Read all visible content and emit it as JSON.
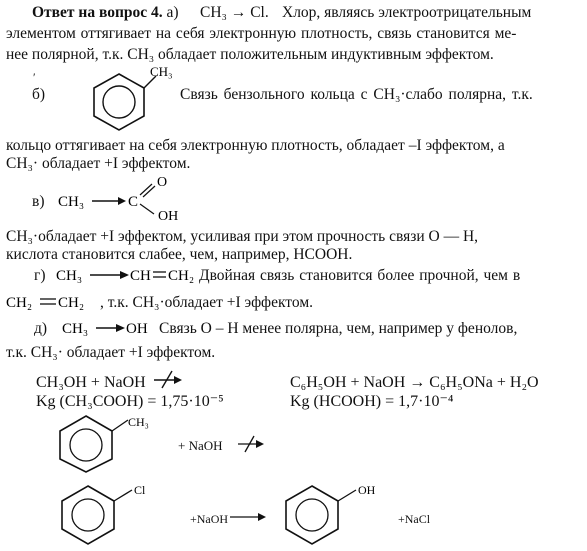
{
  "q4": {
    "title": "Ответ на вопрос 4.",
    "a_prefix": "а)",
    "a_text": "Хлор, являясь электроотрицательным",
    "a_line2": "элементом оттягивает на себя электронную плотность, связь становится ме-",
    "a_line3": "нее полярной, т.к. CH₃ обладает положительным индуктивным эффектом."
  },
  "b": {
    "label": "б)",
    "line1": "Связь бензольного кольца с CH₃·слабо полярна, т.к.",
    "line2": "кольцо оттягивает на себя электронную плотность, обладает –I эффектом, а",
    "line3": "CH₃· обладает +I эффектом."
  },
  "v": {
    "label": "в)",
    "line1": "CH₃·обладает +I эффектом, усиливая при этом прочность связи O — H,",
    "line2": "кислота становится слабее, чем, например, HCOOH."
  },
  "g": {
    "label": "г)",
    "text": "Двойная связь становится более прочной, чем в",
    "line2": ", т.к. CH₃·обладает +I эффектом."
  },
  "d": {
    "label": "д)",
    "text": "Связь O – H менее полярна, чем, например у фенолов,",
    "line2": "т.к. CH₃· обладает +I эффектом."
  },
  "eq": {
    "left1": "CH₃OH + NaOH",
    "right1": "C₆H₅OH + NaOH → C₆H₅ONa + H₂O",
    "left2": "Kg (CH₃COOH) = 1,75·10⁻⁵",
    "right2": "Kg (HCOOH) = 1,7·10⁻⁴"
  },
  "formulas": {
    "ch3": "CH₃",
    "cl": "Cl",
    "c": "C",
    "ch": "CH",
    "ch2": "CH₂",
    "o": "O",
    "oh": "OH",
    "naoh": "+ NaOH",
    "naoh2": "+NaOH",
    "nacl": "+NaCl"
  }
}
